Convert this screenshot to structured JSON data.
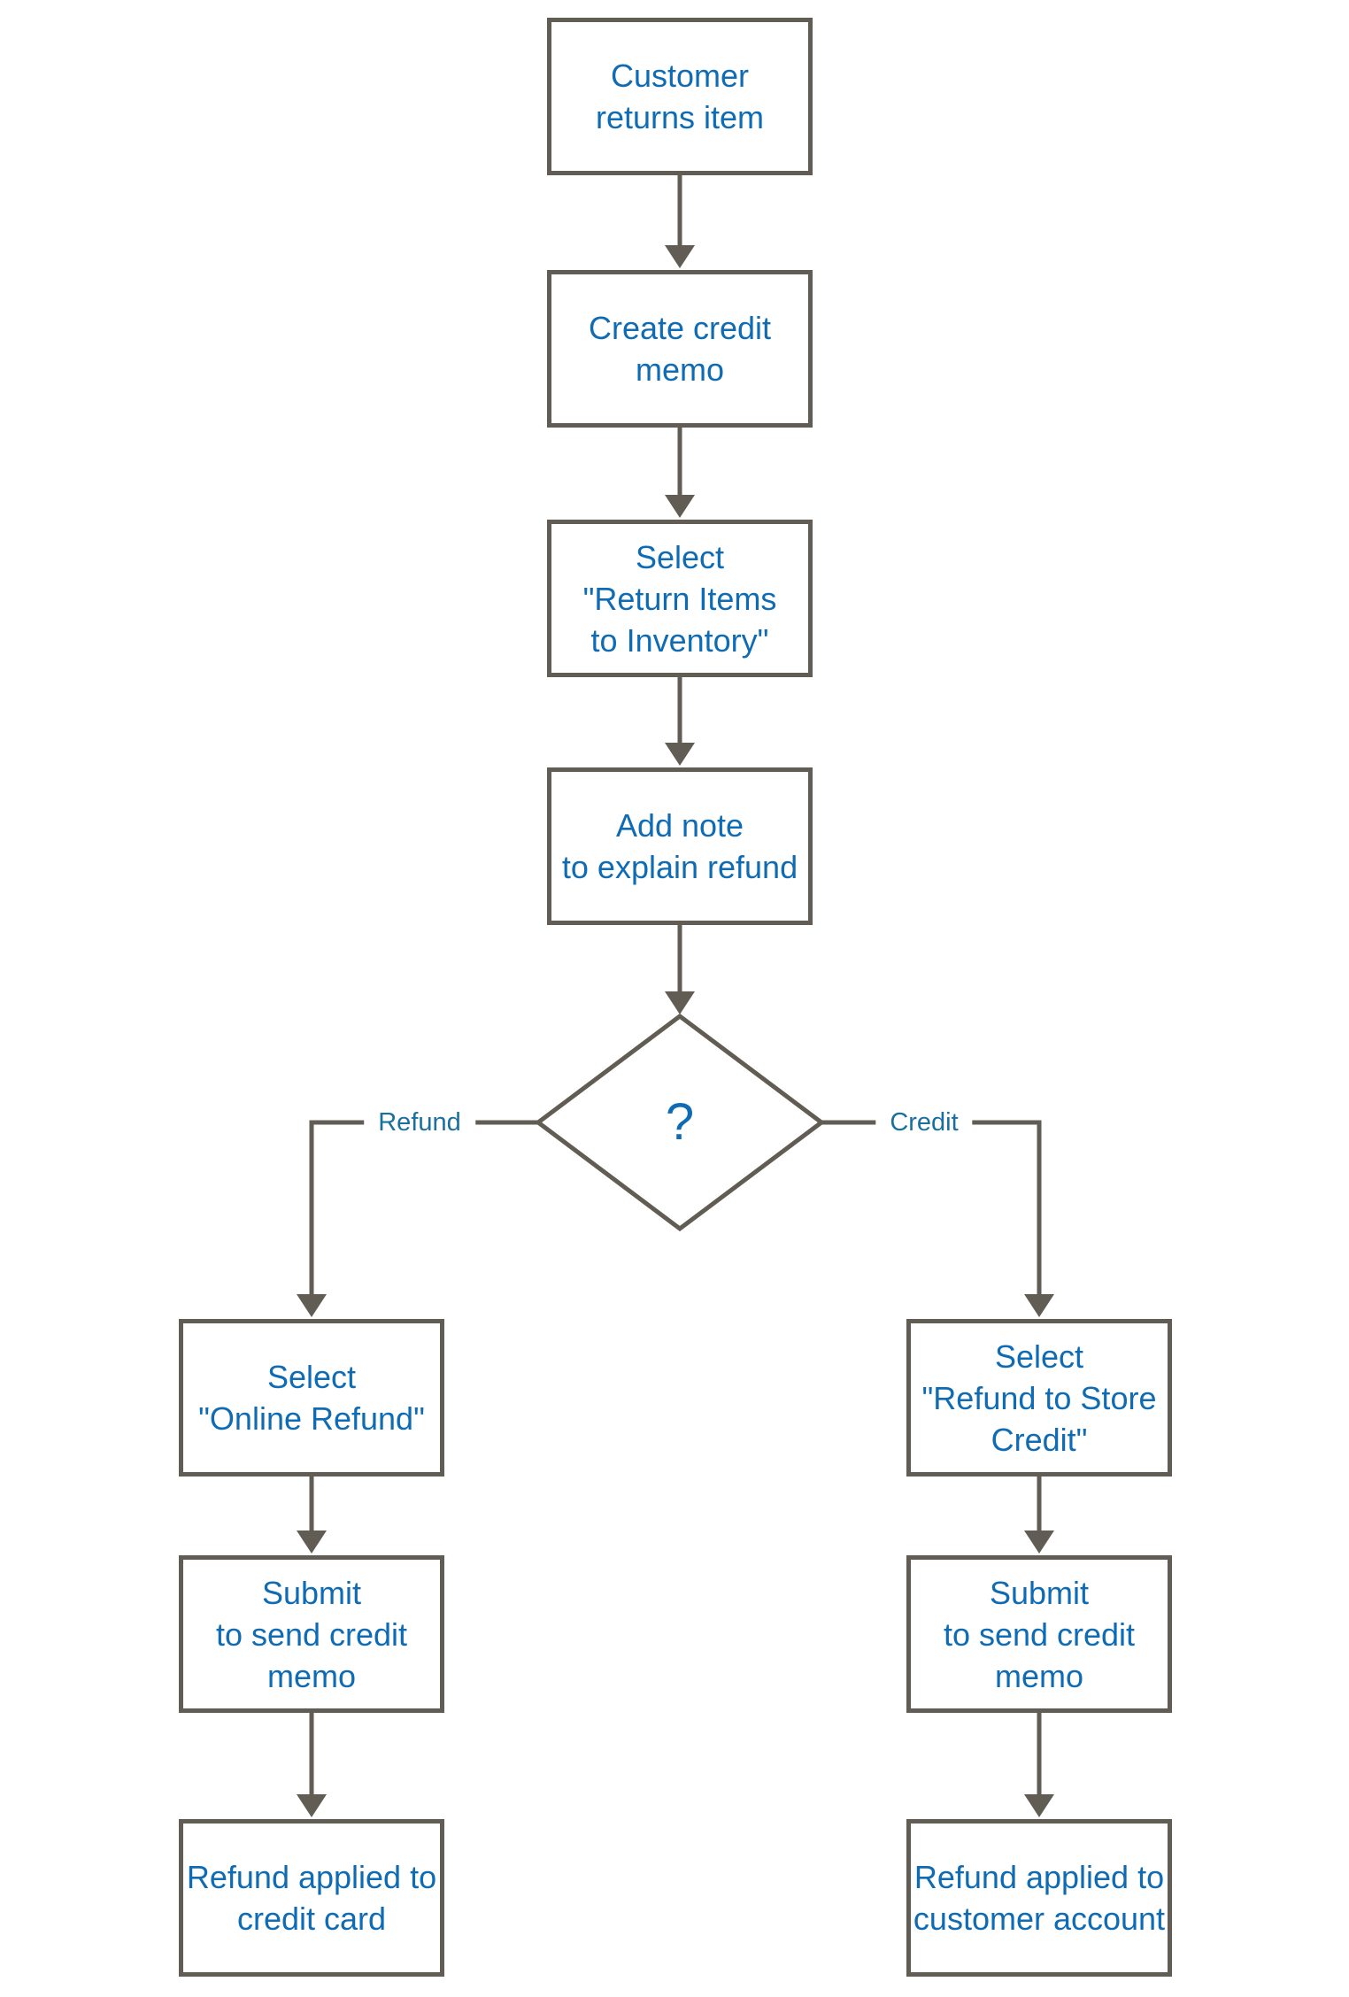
{
  "flowchart": {
    "colors": {
      "background": "#FFFFFF",
      "line": "#625D54",
      "node_text": "#0E6BB4",
      "edge_label_text": "#1A6F9F"
    },
    "nodes": {
      "customer_returns_item": "Customer\nreturns item",
      "create_credit_memo": "Create credit\nmemo",
      "select_return_items": "Select\n\"Return Items\nto Inventory\"",
      "add_note": "Add note\nto explain refund",
      "decision": "?",
      "select_online_refund": "Select\n\"Online Refund\"",
      "submit_credit_memo_left": "Submit\nto send credit\nmemo",
      "refund_credit_card": "Refund applied to\ncredit card",
      "select_refund_store_credit": "Select\n\"Refund to Store\nCredit\"",
      "submit_credit_memo_right": "Submit\nto send credit\nmemo",
      "refund_customer_account": "Refund applied to\ncustomer account"
    },
    "edge_labels": {
      "refund": "Refund",
      "credit": "Credit"
    }
  }
}
